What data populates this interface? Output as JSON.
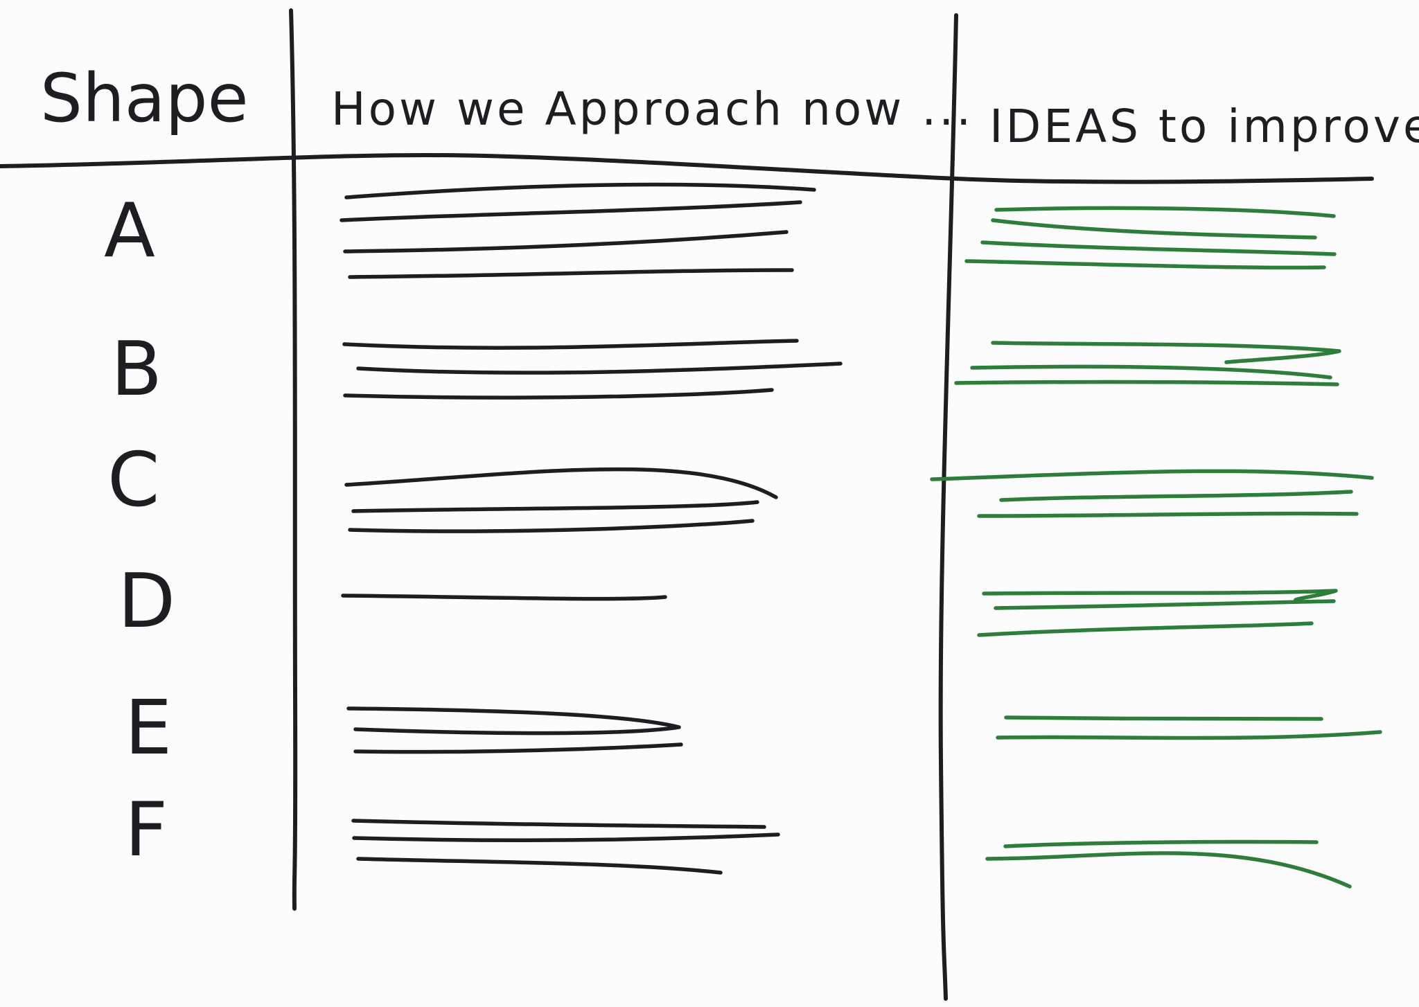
{
  "table": {
    "headers": {
      "shape": "Shape",
      "current": "How we Approach now ...",
      "ideas": "IDEAS to improve"
    },
    "rows": [
      {
        "shape": "A",
        "current_lines": 4,
        "idea_lines": 4
      },
      {
        "shape": "B",
        "current_lines": 3,
        "idea_lines": 3
      },
      {
        "shape": "C",
        "current_lines": 3,
        "idea_lines": 3
      },
      {
        "shape": "D",
        "current_lines": 1,
        "idea_lines": 3
      },
      {
        "shape": "E",
        "current_lines": 3,
        "idea_lines": 2
      },
      {
        "shape": "F",
        "current_lines": 3,
        "idea_lines": 2
      }
    ]
  },
  "colors": {
    "ink": "#1d1d22",
    "idea_ink": "#2f7d3a",
    "paper": "#fcfcfd"
  }
}
